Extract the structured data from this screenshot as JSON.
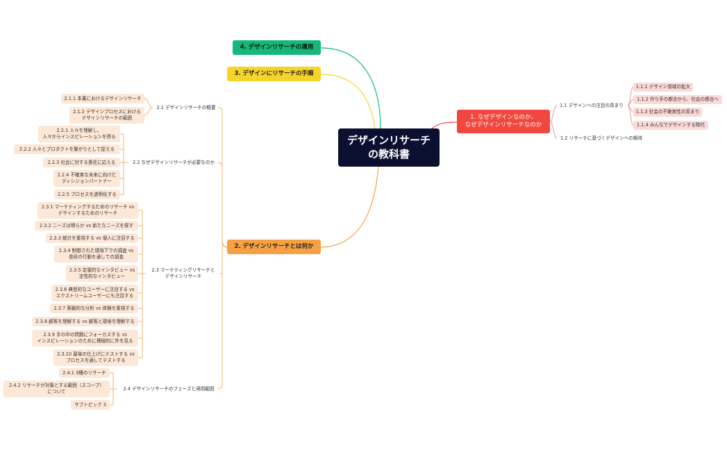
{
  "root": {
    "label": "デザインリサーチ\nの教科書"
  },
  "branches": {
    "b1": {
      "label": "1. なぜデザインなのか、\nなぜデザインリサーチなのか",
      "color": "#f1473e",
      "children": {
        "s11": {
          "label": "1.1 デザインへの注目の高まり",
          "children": [
            "1.1.1 デザイン領域の拡大",
            "1.1.2 作り手の都合から、社会の都合へ",
            "1.1.3 社会の不確実性の高まり",
            "1.1.4 みんなでデザインする時代"
          ]
        },
        "s12": {
          "label": "1.2 リサーチに基づくデザインへの期待"
        }
      }
    },
    "b2": {
      "label": "2. デザインリサーチとは何か",
      "color": "#f5a143",
      "children": {
        "s21": {
          "label": "2.1 デザインリサーチの概要",
          "children": [
            "2.1.1 本書におけるデザインリサーチ",
            "2.1.2 デザインプロセスにおける\nデザインリサーチの範囲"
          ]
        },
        "s22": {
          "label": "2.2 なぜデザインリサーチが必要なのか",
          "children": [
            "2.2.1 人々を理解し、\n人々からインスピレーションを得る",
            "2.2.2 人々とプロダクトを繋がりとして捉える",
            "2.2.3 社会に対する責任に応える",
            "2.2.4 不確実な未来に向けた\nディシジョンパートナー",
            "2.2.5 プロセスを透明化する"
          ]
        },
        "s23": {
          "label": "2.3 マーケティングリサーチと\nデザインリサーチ",
          "children": [
            "2.3.1 マーケティングするためのリサーチ vs\nデザインするためのリサーチ",
            "2.3.2 ニーズは明らか vs 新たなニーズを探す",
            "2.3.3 統計を重視する vs 個人に注目する",
            "2.3.4 制御された環境下での調査 vs\n普段の行動を通しての調査",
            "2.3.5 定量的なインタビュー vs\n定性的なインタビュー",
            "2.3.6 典型的なユーザーに注目する vs\nエクストリームユーザーにも注目する",
            "2.3.7 客観的な分析 vs 体験を重視する",
            "2.3.8 顧客を理解する vs 顧客と環境を理解する",
            "2.3.9 手の中の問題にフォーカスする vs\nインスピレーションのために積極的に外を見る",
            "2.3.10 最後の仕上げにテストする vs\nプロセスを通してテストする"
          ]
        },
        "s24": {
          "label": "2.4 デザインリサーチのフェーズと適用範囲",
          "children": [
            "2.4.1 3種のリサーチ",
            "2.4.2 リサーチが対象とする範囲（スコープ）\nについて",
            "サブトピック 3"
          ]
        }
      }
    },
    "b3": {
      "label": "3. デザインにリサーチの手順",
      "color": "#f5d327"
    },
    "b4": {
      "label": "4. デザインリサーチの運用",
      "color": "#16b77a"
    }
  }
}
